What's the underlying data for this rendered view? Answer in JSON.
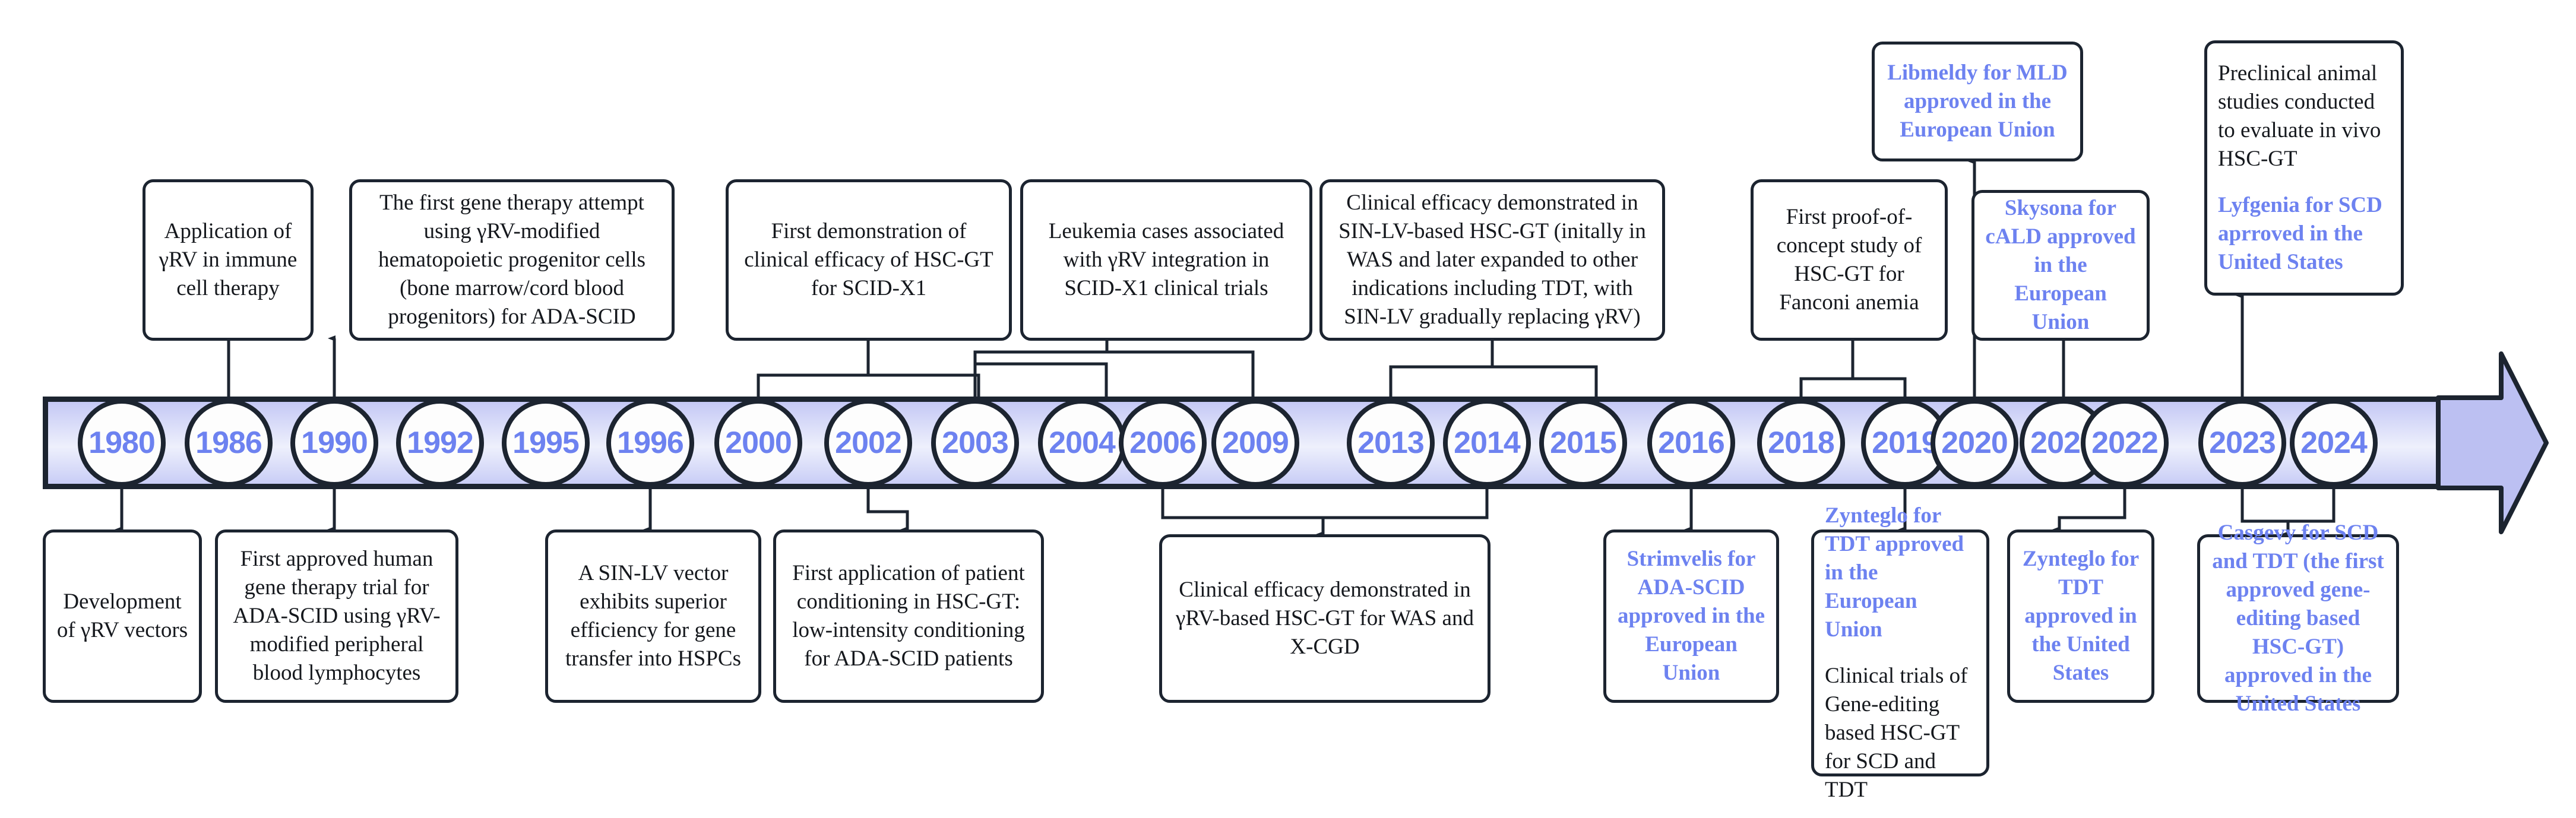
{
  "figure": {
    "kind": "timeline-diagram",
    "subject": "History of hematopoietic stem cell gene therapy (HSC-GT)",
    "accent_blue": "#6d82f0",
    "line_dark": "#1c2430",
    "band_fill": "#c4c8f5"
  },
  "timeline": {
    "years": [
      "1980",
      "1986",
      "1990",
      "1992",
      "1995",
      "1996",
      "2000",
      "2002",
      "2003",
      "2004",
      "2006",
      "2009",
      "2013",
      "2014",
      "2015",
      "2016",
      "2018",
      "2019",
      "2020",
      "2021",
      "2022",
      "2023",
      "2024"
    ]
  },
  "events_above": [
    {
      "id": "app-grv-immune",
      "anchor_years": [
        "1986"
      ],
      "lines": [
        {
          "text": "Application of γRV in immune cell therapy",
          "style": "plain"
        }
      ]
    },
    {
      "id": "first-gt-attempt-ada-scid",
      "anchor_years": [
        "1990"
      ],
      "lines": [
        {
          "text": "The first gene therapy attempt using γRV-modified hematopoietic progenitor cells (bone marrow/cord blood progenitors) for ADA-SCID",
          "style": "plain"
        }
      ]
    },
    {
      "id": "first-demo-scid-x1",
      "anchor_years": [
        "2000",
        "2002"
      ],
      "lines": [
        {
          "text": "First demonstration of clinical efficacy of HSC-GT for SCID-X1",
          "style": "plain"
        }
      ]
    },
    {
      "id": "leukemia-cases-scid-x1",
      "anchor_years": [
        "2003",
        "2004",
        "2006"
      ],
      "lines": [
        {
          "text": "Leukemia cases associated with γRV integration in SCID-X1 clinical trials",
          "style": "plain"
        }
      ]
    },
    {
      "id": "sin-lv-efficacy",
      "anchor_years": [
        "2013",
        "2015"
      ],
      "lines": [
        {
          "text": "Clinical efficacy demonstrated in SIN-LV-based HSC-GT (initally in WAS and later expanded to other indications including TDT, with SIN-LV gradually replacing γRV)",
          "style": "plain"
        }
      ]
    },
    {
      "id": "fanconi-poc",
      "anchor_years": [
        "2018",
        "2019"
      ],
      "lines": [
        {
          "text": "First proof-of-concept study of HSC-GT for Fanconi anemia",
          "style": "plain"
        }
      ]
    },
    {
      "id": "libmeldy-mld-eu",
      "anchor_years": [
        "2020"
      ],
      "lines": [
        {
          "text": "Libmeldy for MLD approved in the European Union",
          "style": "blue"
        }
      ]
    },
    {
      "id": "skysona-cald-eu",
      "anchor_years": [
        "2021"
      ],
      "lines": [
        {
          "text": "Skysona for cALD approved in the European Union",
          "style": "blue"
        }
      ]
    },
    {
      "id": "preclinical-invivo-and-lyfgenia",
      "anchor_years": [
        "2023"
      ],
      "lines": [
        {
          "text": "Preclinical animal studies conducted to evaluate in vivo HSC-GT",
          "style": "plain"
        },
        {
          "text": "Lyfgenia for SCD aprroved in the United States",
          "style": "blue"
        }
      ]
    }
  ],
  "events_below": [
    {
      "id": "development-grv-vectors",
      "anchor_years": [
        "1980"
      ],
      "lines": [
        {
          "text": "Development of γRV vectors",
          "style": "plain"
        }
      ]
    },
    {
      "id": "first-approved-human-trial",
      "anchor_years": [
        "1990"
      ],
      "lines": [
        {
          "text": "First approved human gene therapy trial for ADA-SCID using γRV-modified peripheral blood lymphocytes",
          "style": "plain"
        }
      ]
    },
    {
      "id": "sin-lv-vector-superior",
      "anchor_years": [
        "1996"
      ],
      "lines": [
        {
          "text": "A SIN-LV vector exhibits superior efficiency for gene transfer into HSPCs",
          "style": "plain"
        }
      ]
    },
    {
      "id": "patient-conditioning",
      "anchor_years": [
        "2002"
      ],
      "lines": [
        {
          "text": "First application of patient conditioning in HSC-GT: low-intensity conditioning for ADA-SCID patients",
          "style": "plain"
        }
      ]
    },
    {
      "id": "grv-was-xcgd",
      "anchor_years": [
        "2006",
        "2014"
      ],
      "lines": [
        {
          "text": "Clinical efficacy demonstrated in γRV-based HSC-GT for WAS and X-CGD",
          "style": "plain"
        }
      ]
    },
    {
      "id": "strimvelis-ada-scid-eu",
      "anchor_years": [
        "2016"
      ],
      "lines": [
        {
          "text": "Strimvelis for ADA-SCID approved in the European Union",
          "style": "blue"
        }
      ]
    },
    {
      "id": "zynteglo-tdt-eu-and-editing-trials",
      "anchor_years": [
        "2019"
      ],
      "lines": [
        {
          "text": "Zynteglo for TDT approved in the European Union",
          "style": "blue"
        },
        {
          "text": "Clinical trials of Gene-editing based HSC-GT for SCD and TDT",
          "style": "plain"
        }
      ]
    },
    {
      "id": "zynteglo-tdt-us",
      "anchor_years": [
        "2022"
      ],
      "lines": [
        {
          "text": "Zynteglo for TDT approved in the United States",
          "style": "blue"
        }
      ]
    },
    {
      "id": "casgevy-scd-tdt-us",
      "anchor_years": [
        "2023",
        "2024"
      ],
      "lines": [
        {
          "text": "Casgevy for SCD and TDT (the first approved gene-editing based HSC-GT) approved in the United States",
          "style": "blue"
        }
      ]
    }
  ]
}
